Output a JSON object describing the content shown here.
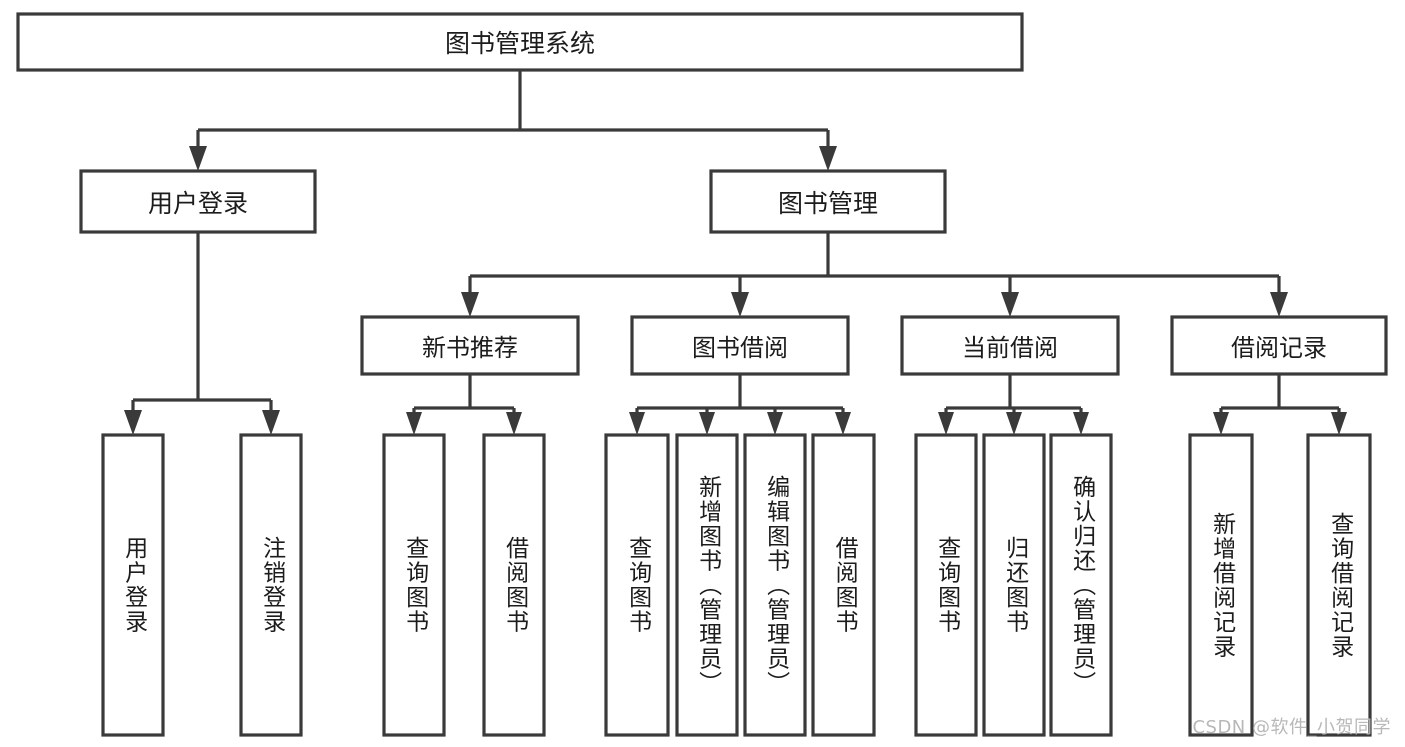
{
  "diagram": {
    "type": "tree-hierarchy",
    "title": "图书管理系统",
    "watermark": "CSDN @软件_小贺同学",
    "colors": {
      "stroke": "#3a3a3a",
      "fill": "#ffffff",
      "text": "#1c1c1c",
      "watermark": "#b8b8b8",
      "background": "#ffffff"
    },
    "root": {
      "label": "图书管理系统"
    },
    "level2": [
      {
        "label": "用户登录"
      },
      {
        "label": "图书管理"
      }
    ],
    "level3": [
      {
        "label": "新书推荐"
      },
      {
        "label": "图书借阅"
      },
      {
        "label": "当前借阅"
      },
      {
        "label": "借阅记录"
      }
    ],
    "leaves": {
      "user_login": [
        {
          "label": "用户登录"
        },
        {
          "label": "注销登录"
        }
      ],
      "new_book_recommend": [
        {
          "label": "查询图书"
        },
        {
          "label": "借阅图书"
        }
      ],
      "book_borrow": [
        {
          "label": "查询图书"
        },
        {
          "label": "新增图书（管理员）"
        },
        {
          "label": "编辑图书（管理员）"
        },
        {
          "label": "借阅图书"
        }
      ],
      "current_borrow": [
        {
          "label": "查询图书"
        },
        {
          "label": "归还图书"
        },
        {
          "label": "确认归还（管理员）"
        }
      ],
      "borrow_record": [
        {
          "label": "新增借阅记录"
        },
        {
          "label": "查询借阅记录"
        }
      ]
    }
  }
}
